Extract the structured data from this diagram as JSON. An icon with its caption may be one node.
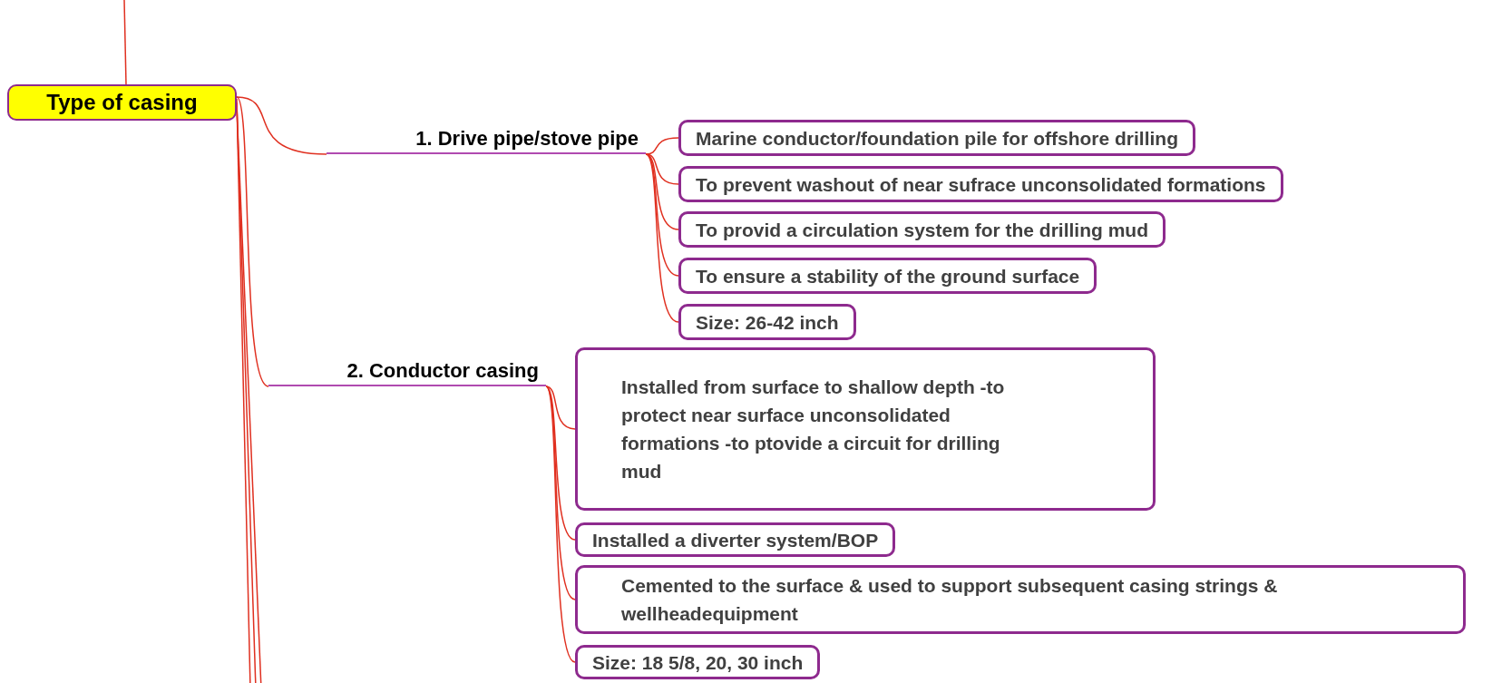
{
  "diagram": {
    "nodes": [
      {
        "text": [
          "Type of casing"
        ]
      },
      {
        "text": [
          "1. Drive pipe/stove pipe"
        ]
      },
      {
        "text": [
          "2. Conductor casing"
        ]
      },
      {
        "text": [
          "Marine conductor/foundation pile for offshore drilling"
        ]
      },
      {
        "text": [
          "To prevent washout of near sufrace unconsolidated formations"
        ]
      },
      {
        "text": [
          "To provid a circulation system for the drilling mud"
        ]
      },
      {
        "text": [
          "To ensure a stability of the ground surface"
        ]
      },
      {
        "text": [
          "Size: 26-42 inch"
        ]
      },
      {
        "text": [
          "Installed from surface to shallow depth -to protect near surface unconsolidated formations -to ptovide a circuit for drilling mud"
        ]
      },
      {
        "text": [
          "Installed a diverter system/BOP"
        ]
      },
      {
        "text": [
          "Cemented to the surface & used to support subsequent casing strings & wellheadequipment"
        ]
      },
      {
        "text": [
          "Size: 18 5/8, 20, 30 inch"
        ]
      }
    ],
    "edges": [
      {
        "from": null,
        "to": 0,
        "arrow": "none"
      },
      {
        "from": 0,
        "to": 1,
        "arrow": "none"
      },
      {
        "from": 0,
        "to": 2,
        "arrow": "none"
      },
      {
        "from": 1,
        "to": 3,
        "arrow": "none"
      },
      {
        "from": 1,
        "to": 4,
        "arrow": "none"
      },
      {
        "from": 1,
        "to": 5,
        "arrow": "none"
      },
      {
        "from": 1,
        "to": 6,
        "arrow": "none"
      },
      {
        "from": 1,
        "to": 7,
        "arrow": "none"
      },
      {
        "from": 2,
        "to": 8,
        "arrow": "none"
      },
      {
        "from": 2,
        "to": 9,
        "arrow": "none"
      },
      {
        "from": 2,
        "to": 10,
        "arrow": "none"
      },
      {
        "from": 2,
        "to": 11,
        "arrow": "none"
      },
      {
        "from": 0,
        "to": null,
        "arrow": "none"
      },
      {
        "from": 0,
        "to": null,
        "arrow": "none"
      },
      {
        "from": 0,
        "to": null,
        "arrow": "none"
      }
    ]
  }
}
